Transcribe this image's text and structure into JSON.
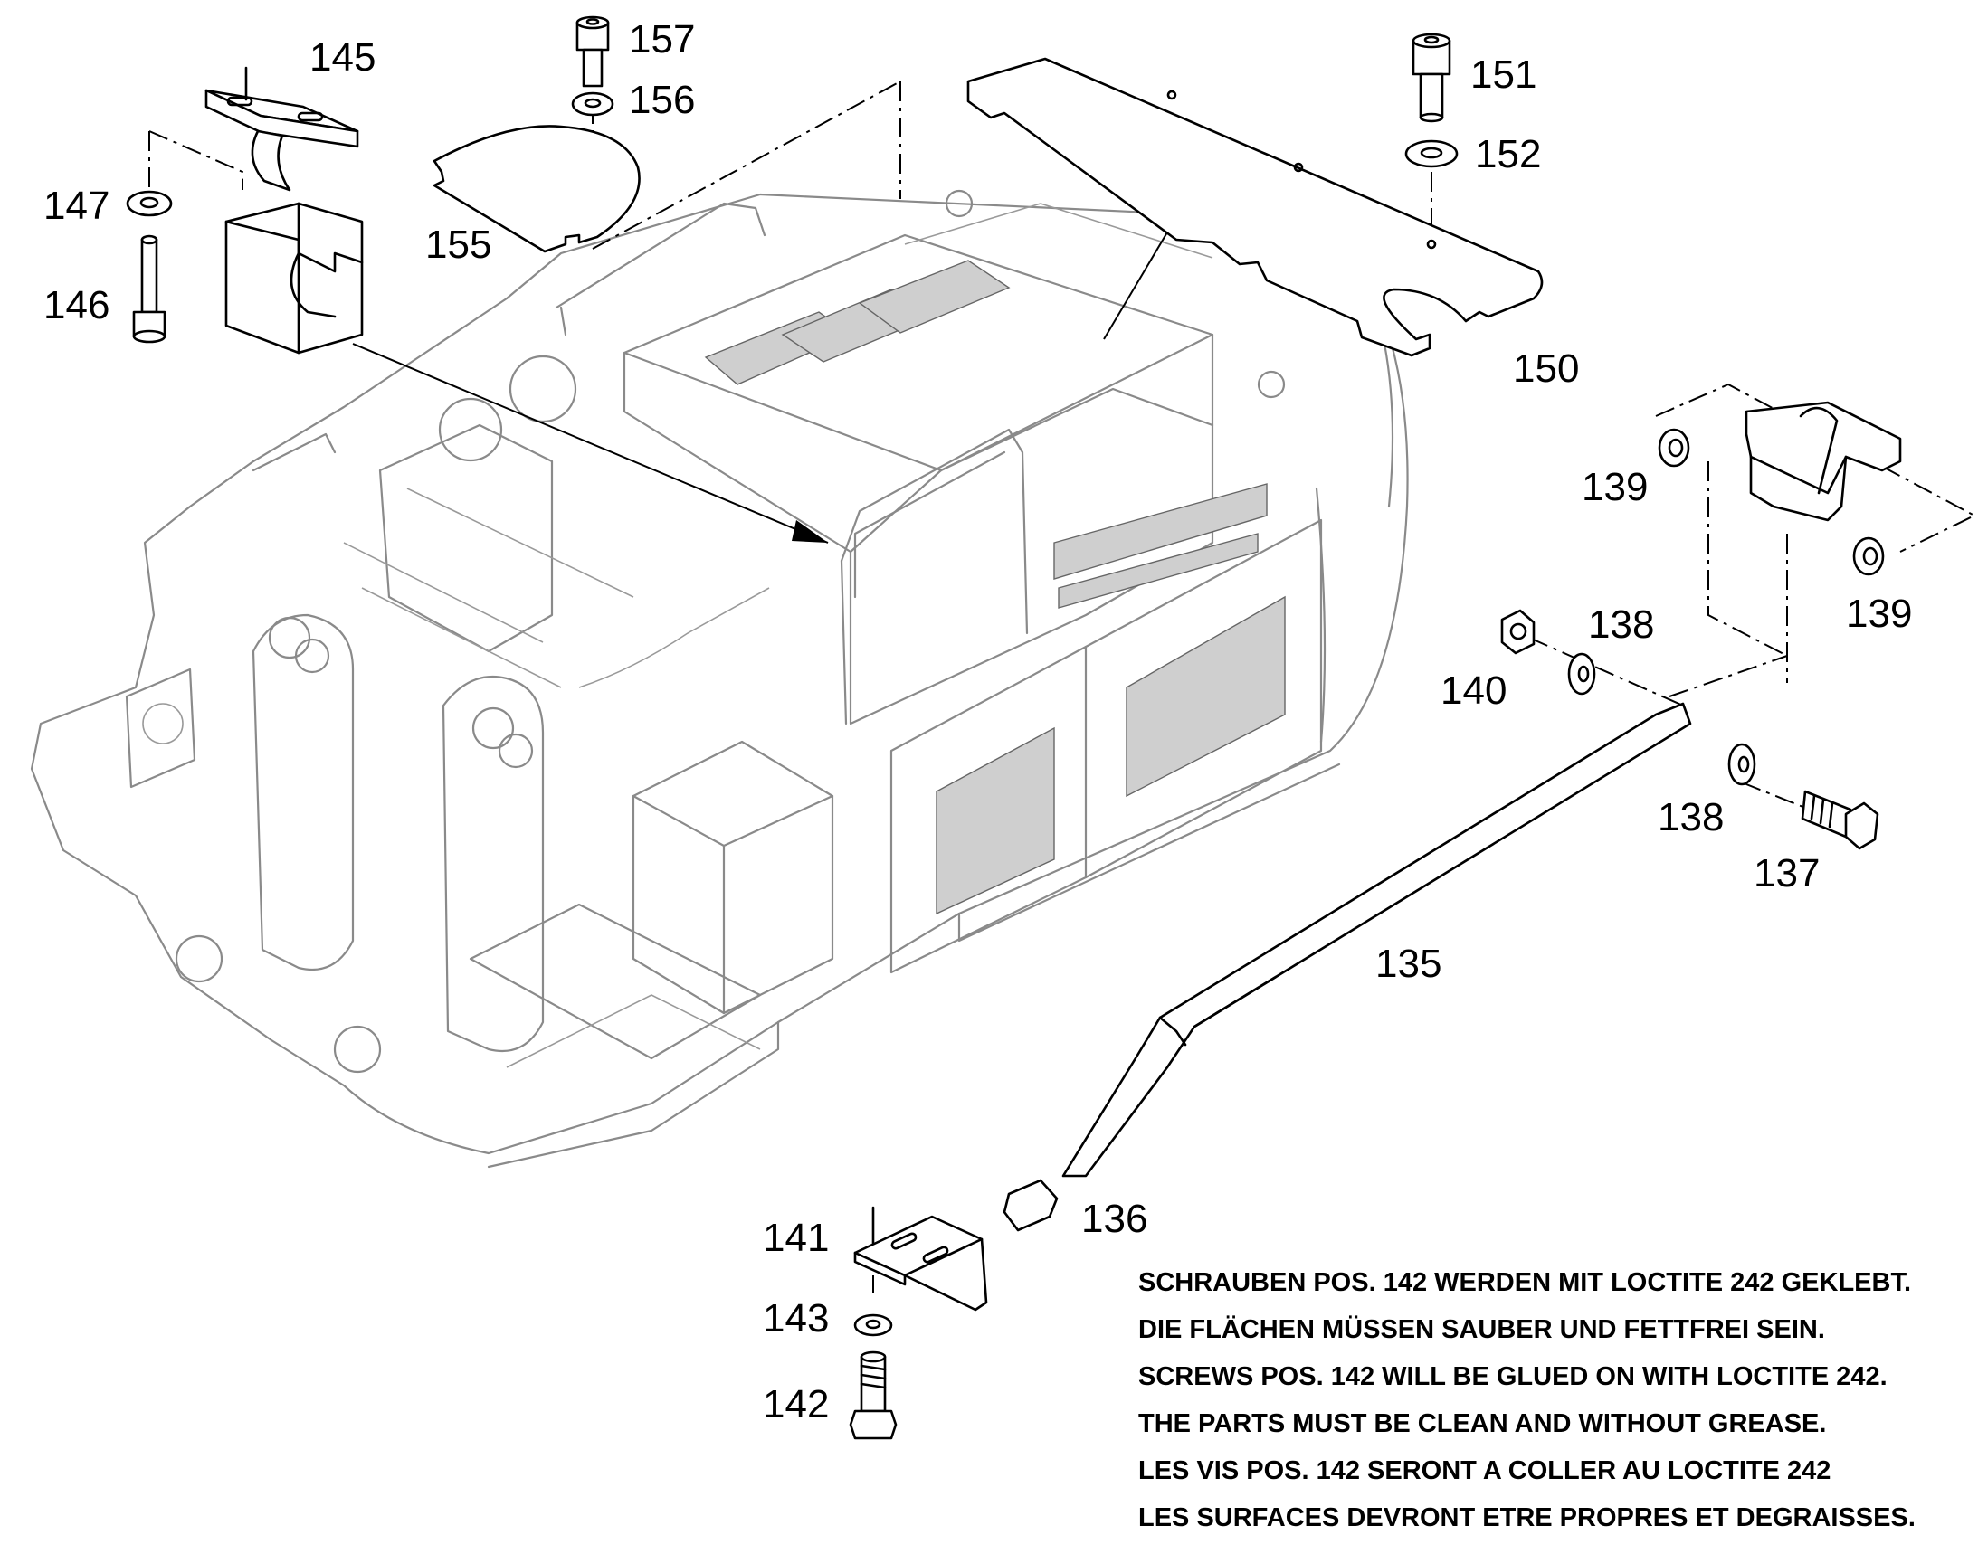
{
  "callouts": [
    {
      "id": "145",
      "text": "145"
    },
    {
      "id": "147",
      "text": "147"
    },
    {
      "id": "146",
      "text": "146"
    },
    {
      "id": "157",
      "text": "157"
    },
    {
      "id": "156",
      "text": "156"
    },
    {
      "id": "155",
      "text": "155"
    },
    {
      "id": "151",
      "text": "151"
    },
    {
      "id": "152",
      "text": "152"
    },
    {
      "id": "150",
      "text": "150"
    },
    {
      "id": "139a",
      "text": "139"
    },
    {
      "id": "139b",
      "text": "139"
    },
    {
      "id": "138a",
      "text": "138"
    },
    {
      "id": "140",
      "text": "140"
    },
    {
      "id": "138b",
      "text": "138"
    },
    {
      "id": "137",
      "text": "137"
    },
    {
      "id": "135",
      "text": "135"
    },
    {
      "id": "136",
      "text": "136"
    },
    {
      "id": "141",
      "text": "141"
    },
    {
      "id": "143",
      "text": "143"
    },
    {
      "id": "142",
      "text": "142"
    }
  ],
  "notes": [
    "SCHRAUBEN POS. 142 WERDEN MIT LOCTITE 242 GEKLEBT.",
    "DIE FLÄCHEN MÜSSEN SAUBER UND FETTFREI SEIN.",
    "SCREWS POS. 142 WILL BE GLUED ON WITH LOCTITE 242.",
    "THE PARTS MUST BE CLEAN AND WITHOUT GREASE.",
    "LES VIS POS. 142 SERONT A COLLER AU LOCTITE 242",
    "LES SURFACES DEVRONT ETRE PROPRES ET DEGRAISSES."
  ]
}
